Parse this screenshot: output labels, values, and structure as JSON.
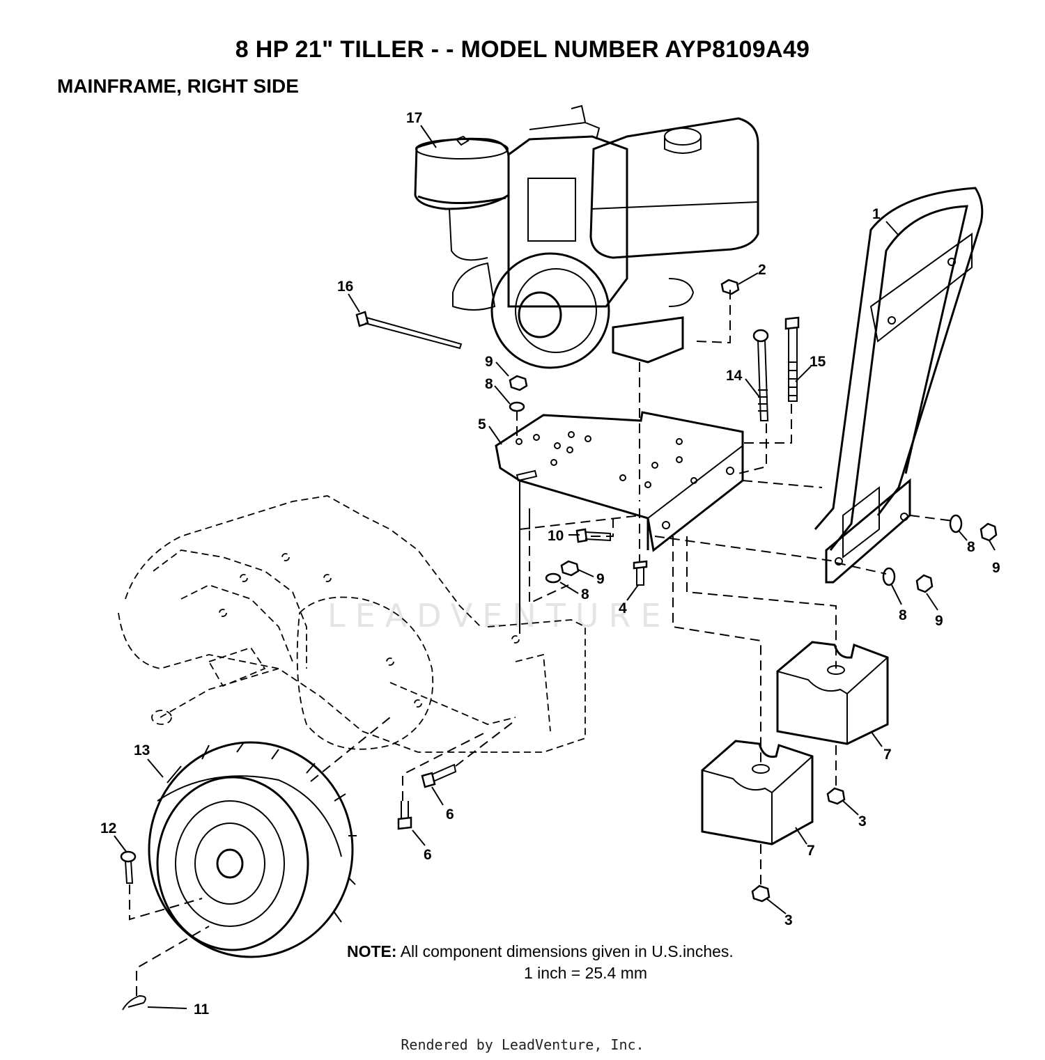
{
  "page": {
    "title": "8 HP  21\" TILLER - - MODEL NUMBER AYP8109A49",
    "subtitle": "MAINFRAME, RIGHT SIDE"
  },
  "note": {
    "label": "NOTE:",
    "line1": "All component dimensions given in U.S.inches.",
    "line2": "1 inch = 25.4 mm"
  },
  "watermark": "LEADVENTURE",
  "footer": "Rendered by LeadVenture, Inc.",
  "callouts": {
    "c1": "1",
    "c2": "2",
    "c3a": "3",
    "c3b": "3",
    "c4": "4",
    "c5": "5",
    "c6a": "6",
    "c6b": "6",
    "c7a": "7",
    "c7b": "7",
    "c8a": "8",
    "c8b": "8",
    "c8c": "8",
    "c8d": "8",
    "c9a": "9",
    "c9b": "9",
    "c9c": "9",
    "c9d": "9",
    "c10": "10",
    "c11": "11",
    "c12": "12",
    "c13": "13",
    "c14": "14",
    "c15": "15",
    "c16": "16",
    "c17": "17"
  }
}
